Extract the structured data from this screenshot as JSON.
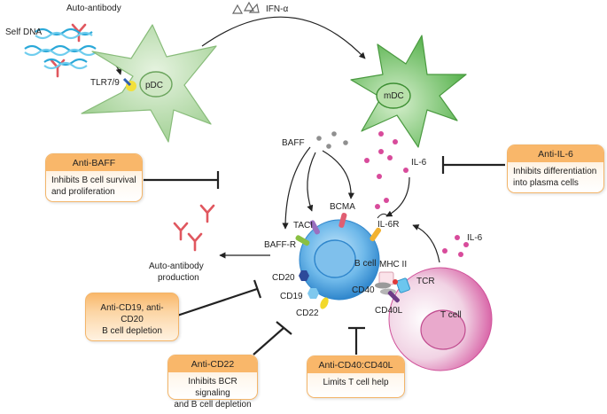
{
  "labels": {
    "auto_antibody_top": "Auto-antibody",
    "self_dna": "Self DNA",
    "ifn": "IFN-α",
    "tlr": "TLR7/9",
    "pdc": "pDC",
    "mdc": "mDC",
    "baff": "BAFF",
    "il6_top": "IL-6",
    "il6_right": "IL-6",
    "bcma": "BCMA",
    "taci": "TACI",
    "baff_r": "BAFF-R",
    "il6r": "IL-6R",
    "b_cell": "B cell",
    "mhc_ii": "MHC II",
    "tcr": "TCR",
    "cd40": "CD40",
    "cd40l": "CD40L",
    "t_cell": "T cell",
    "cd20": "CD20",
    "cd19": "CD19",
    "cd22": "CD22",
    "auto_antibody_production": [
      "Auto-antibody",
      "production"
    ]
  },
  "boxes": {
    "anti_baff": {
      "title": "Anti-BAFF",
      "body": [
        "Inhibits B cell survival",
        "and proliferation"
      ]
    },
    "anti_il6": {
      "title": "Anti-IL-6",
      "body": [
        "Inhibits differentiation",
        "into plasma cells"
      ]
    },
    "anti_cd19_cd20": {
      "body": [
        "Anti-CD19, anti-CD20",
        "B cell depletion"
      ]
    },
    "anti_cd22": {
      "title": "Anti-CD22",
      "body": [
        "Inhibits BCR signaling",
        "and B cell depletion"
      ]
    },
    "anti_cd40": {
      "title": "Anti-CD40:CD40L",
      "body": [
        "Limits T cell help"
      ]
    }
  },
  "colors": {
    "dc_green": "#79c36d",
    "b_cell_blue": "#4aa4e0",
    "t_cell_pink": "#d0529a",
    "antibody_red": "#e0575f",
    "dna_blue": "#2aa8d8",
    "box_orange": "#f9b76a",
    "il6_dot": "#d84b9b",
    "baff_dot": "#8f8f8f"
  }
}
